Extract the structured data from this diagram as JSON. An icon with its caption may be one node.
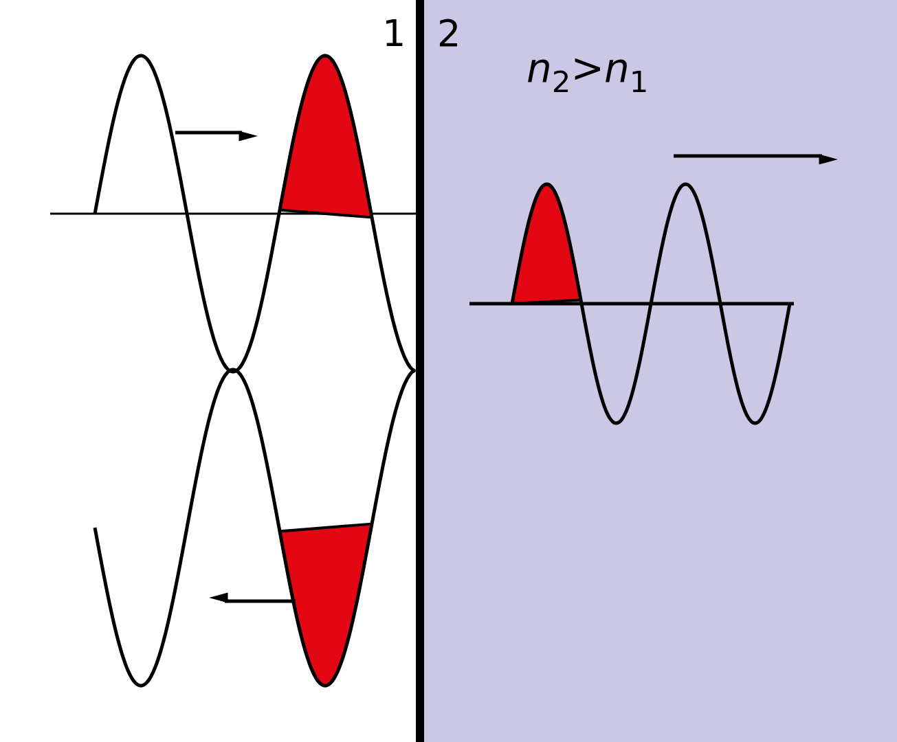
{
  "diagram": {
    "labels": [
      "1",
      "2",
      "*n*$_{2}$>*n*$_{1}$"
    ]
  }
}
